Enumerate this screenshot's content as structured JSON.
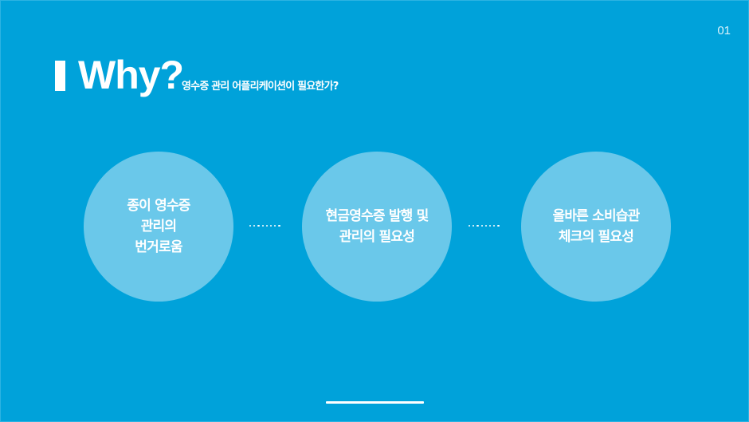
{
  "slide": {
    "page_number": "01",
    "title": "Why?",
    "subtitle": "영수증 관리 어플리케이션이 필요한가?",
    "background_color": "#00a2da",
    "circle_color": "#6ac8ea",
    "circles": [
      {
        "text": "종이 영수증\n관리의\n번거로움"
      },
      {
        "text": "현금영수증 발행 및\n관리의 필요성"
      },
      {
        "text": "올바른 소비습관\n체크의 필요성"
      }
    ],
    "connectors": [
      {
        "dot_count": 8
      },
      {
        "dot_count": 8
      }
    ]
  }
}
